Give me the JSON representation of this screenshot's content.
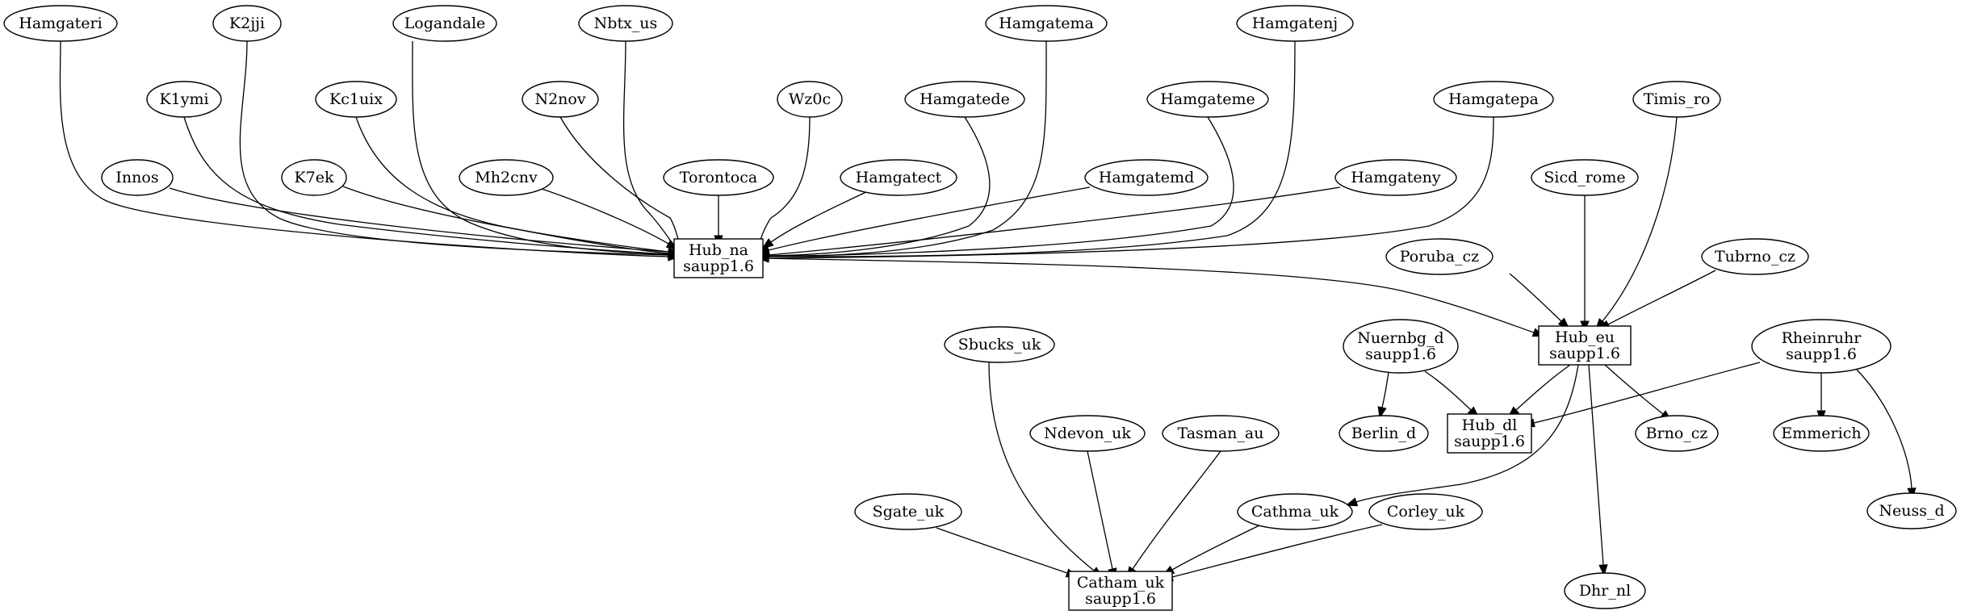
{
  "graph": {
    "nodes": [
      {
        "id": "hamgateri",
        "lines": [
          "Hamgateri"
        ],
        "shape": "ellipse"
      },
      {
        "id": "k2jji",
        "lines": [
          "K2jji"
        ],
        "shape": "ellipse"
      },
      {
        "id": "logandale",
        "lines": [
          "Logandale"
        ],
        "shape": "ellipse"
      },
      {
        "id": "nbtx_us",
        "lines": [
          "Nbtx_us"
        ],
        "shape": "ellipse"
      },
      {
        "id": "hamgatema",
        "lines": [
          "Hamgatema"
        ],
        "shape": "ellipse"
      },
      {
        "id": "hamgatenj",
        "lines": [
          "Hamgatenj"
        ],
        "shape": "ellipse"
      },
      {
        "id": "k1ymi",
        "lines": [
          "K1ymi"
        ],
        "shape": "ellipse"
      },
      {
        "id": "kc1uix",
        "lines": [
          "Kc1uix"
        ],
        "shape": "ellipse"
      },
      {
        "id": "n2nov",
        "lines": [
          "N2nov"
        ],
        "shape": "ellipse"
      },
      {
        "id": "wz0c",
        "lines": [
          "Wz0c"
        ],
        "shape": "ellipse"
      },
      {
        "id": "hamgatede",
        "lines": [
          "Hamgatede"
        ],
        "shape": "ellipse"
      },
      {
        "id": "hamgateme",
        "lines": [
          "Hamgateme"
        ],
        "shape": "ellipse"
      },
      {
        "id": "hamgatepa",
        "lines": [
          "Hamgatepa"
        ],
        "shape": "ellipse"
      },
      {
        "id": "timis_ro",
        "lines": [
          "Timis_ro"
        ],
        "shape": "ellipse"
      },
      {
        "id": "innos",
        "lines": [
          "Innos"
        ],
        "shape": "ellipse"
      },
      {
        "id": "k7ek",
        "lines": [
          "K7ek"
        ],
        "shape": "ellipse"
      },
      {
        "id": "mh2cnv",
        "lines": [
          "Mh2cnv"
        ],
        "shape": "ellipse"
      },
      {
        "id": "torontoca",
        "lines": [
          "Torontoca"
        ],
        "shape": "ellipse"
      },
      {
        "id": "hamgatect",
        "lines": [
          "Hamgatect"
        ],
        "shape": "ellipse"
      },
      {
        "id": "hamgatemd",
        "lines": [
          "Hamgatemd"
        ],
        "shape": "ellipse"
      },
      {
        "id": "hamgateny",
        "lines": [
          "Hamgateny"
        ],
        "shape": "ellipse"
      },
      {
        "id": "sicd_rome",
        "lines": [
          "Sicd_rome"
        ],
        "shape": "ellipse"
      },
      {
        "id": "hub_na",
        "lines": [
          "Hub_na",
          "saupp1.6"
        ],
        "shape": "box"
      },
      {
        "id": "poruba_cz",
        "lines": [
          "Poruba_cz"
        ],
        "shape": "ellipse"
      },
      {
        "id": "tubrno_cz",
        "lines": [
          "Tubrno_cz"
        ],
        "shape": "ellipse"
      },
      {
        "id": "sbucks_uk",
        "lines": [
          "Sbucks_uk"
        ],
        "shape": "ellipse"
      },
      {
        "id": "nuernbg_d",
        "lines": [
          "Nuernbg_d",
          "saupp1.6"
        ],
        "shape": "ellipse"
      },
      {
        "id": "hub_eu",
        "lines": [
          "Hub_eu",
          "saupp1.6"
        ],
        "shape": "box"
      },
      {
        "id": "rheinruhr",
        "lines": [
          "Rheinruhr",
          "saupp1.6"
        ],
        "shape": "ellipse"
      },
      {
        "id": "ndevon_uk",
        "lines": [
          "Ndevon_uk"
        ],
        "shape": "ellipse"
      },
      {
        "id": "tasman_au",
        "lines": [
          "Tasman_au"
        ],
        "shape": "ellipse"
      },
      {
        "id": "berlin_d",
        "lines": [
          "Berlin_d"
        ],
        "shape": "ellipse"
      },
      {
        "id": "hub_dl",
        "lines": [
          "Hub_dl",
          "saupp1.6"
        ],
        "shape": "box"
      },
      {
        "id": "brno_cz",
        "lines": [
          "Brno_cz"
        ],
        "shape": "ellipse"
      },
      {
        "id": "emmerich",
        "lines": [
          "Emmerich"
        ],
        "shape": "ellipse"
      },
      {
        "id": "neuss_d",
        "lines": [
          "Neuss_d"
        ],
        "shape": "ellipse"
      },
      {
        "id": "sgate_uk",
        "lines": [
          "Sgate_uk"
        ],
        "shape": "ellipse"
      },
      {
        "id": "cathma_uk",
        "lines": [
          "Cathma_uk"
        ],
        "shape": "ellipse"
      },
      {
        "id": "corley_uk",
        "lines": [
          "Corley_uk"
        ],
        "shape": "ellipse"
      },
      {
        "id": "catham_uk",
        "lines": [
          "Catham_uk",
          "saupp1.6"
        ],
        "shape": "box"
      },
      {
        "id": "dhr_nl",
        "lines": [
          "Dhr_nl"
        ],
        "shape": "ellipse"
      }
    ],
    "edges": [
      {
        "from": "hamgateri",
        "to": "hub_na"
      },
      {
        "from": "k2jji",
        "to": "hub_na"
      },
      {
        "from": "logandale",
        "to": "hub_na"
      },
      {
        "from": "nbtx_us",
        "to": "hub_na"
      },
      {
        "from": "hamgatema",
        "to": "hub_na"
      },
      {
        "from": "hamgatenj",
        "to": "hub_na"
      },
      {
        "from": "k1ymi",
        "to": "hub_na"
      },
      {
        "from": "kc1uix",
        "to": "hub_na"
      },
      {
        "from": "n2nov",
        "to": "hub_na"
      },
      {
        "from": "wz0c",
        "to": "hub_na"
      },
      {
        "from": "hamgatede",
        "to": "hub_na"
      },
      {
        "from": "hamgateme",
        "to": "hub_na"
      },
      {
        "from": "hamgatepa",
        "to": "hub_na"
      },
      {
        "from": "innos",
        "to": "hub_na"
      },
      {
        "from": "k7ek",
        "to": "hub_na"
      },
      {
        "from": "mh2cnv",
        "to": "hub_na"
      },
      {
        "from": "torontoca",
        "to": "hub_na"
      },
      {
        "from": "hamgatect",
        "to": "hub_na"
      },
      {
        "from": "hamgatemd",
        "to": "hub_na"
      },
      {
        "from": "hamgateny",
        "to": "hub_na"
      },
      {
        "from": "hub_na",
        "to": "hub_eu"
      },
      {
        "from": "timis_ro",
        "to": "hub_eu"
      },
      {
        "from": "sicd_rome",
        "to": "hub_eu"
      },
      {
        "from": "poruba_cz",
        "to": "hub_eu"
      },
      {
        "from": "tubrno_cz",
        "to": "hub_eu"
      },
      {
        "from": "nuernbg_d",
        "to": "berlin_d"
      },
      {
        "from": "nuernbg_d",
        "to": "hub_dl"
      },
      {
        "from": "hub_eu",
        "to": "hub_dl"
      },
      {
        "from": "hub_eu",
        "to": "brno_cz"
      },
      {
        "from": "hub_eu",
        "to": "cathma_uk"
      },
      {
        "from": "hub_eu",
        "to": "dhr_nl"
      },
      {
        "from": "rheinruhr",
        "to": "hub_dl"
      },
      {
        "from": "rheinruhr",
        "to": "emmerich"
      },
      {
        "from": "rheinruhr",
        "to": "neuss_d"
      },
      {
        "from": "sbucks_uk",
        "to": "catham_uk"
      },
      {
        "from": "ndevon_uk",
        "to": "catham_uk"
      },
      {
        "from": "tasman_au",
        "to": "catham_uk"
      },
      {
        "from": "sgate_uk",
        "to": "catham_uk"
      },
      {
        "from": "cathma_uk",
        "to": "catham_uk"
      },
      {
        "from": "corley_uk",
        "to": "catham_uk"
      }
    ]
  }
}
